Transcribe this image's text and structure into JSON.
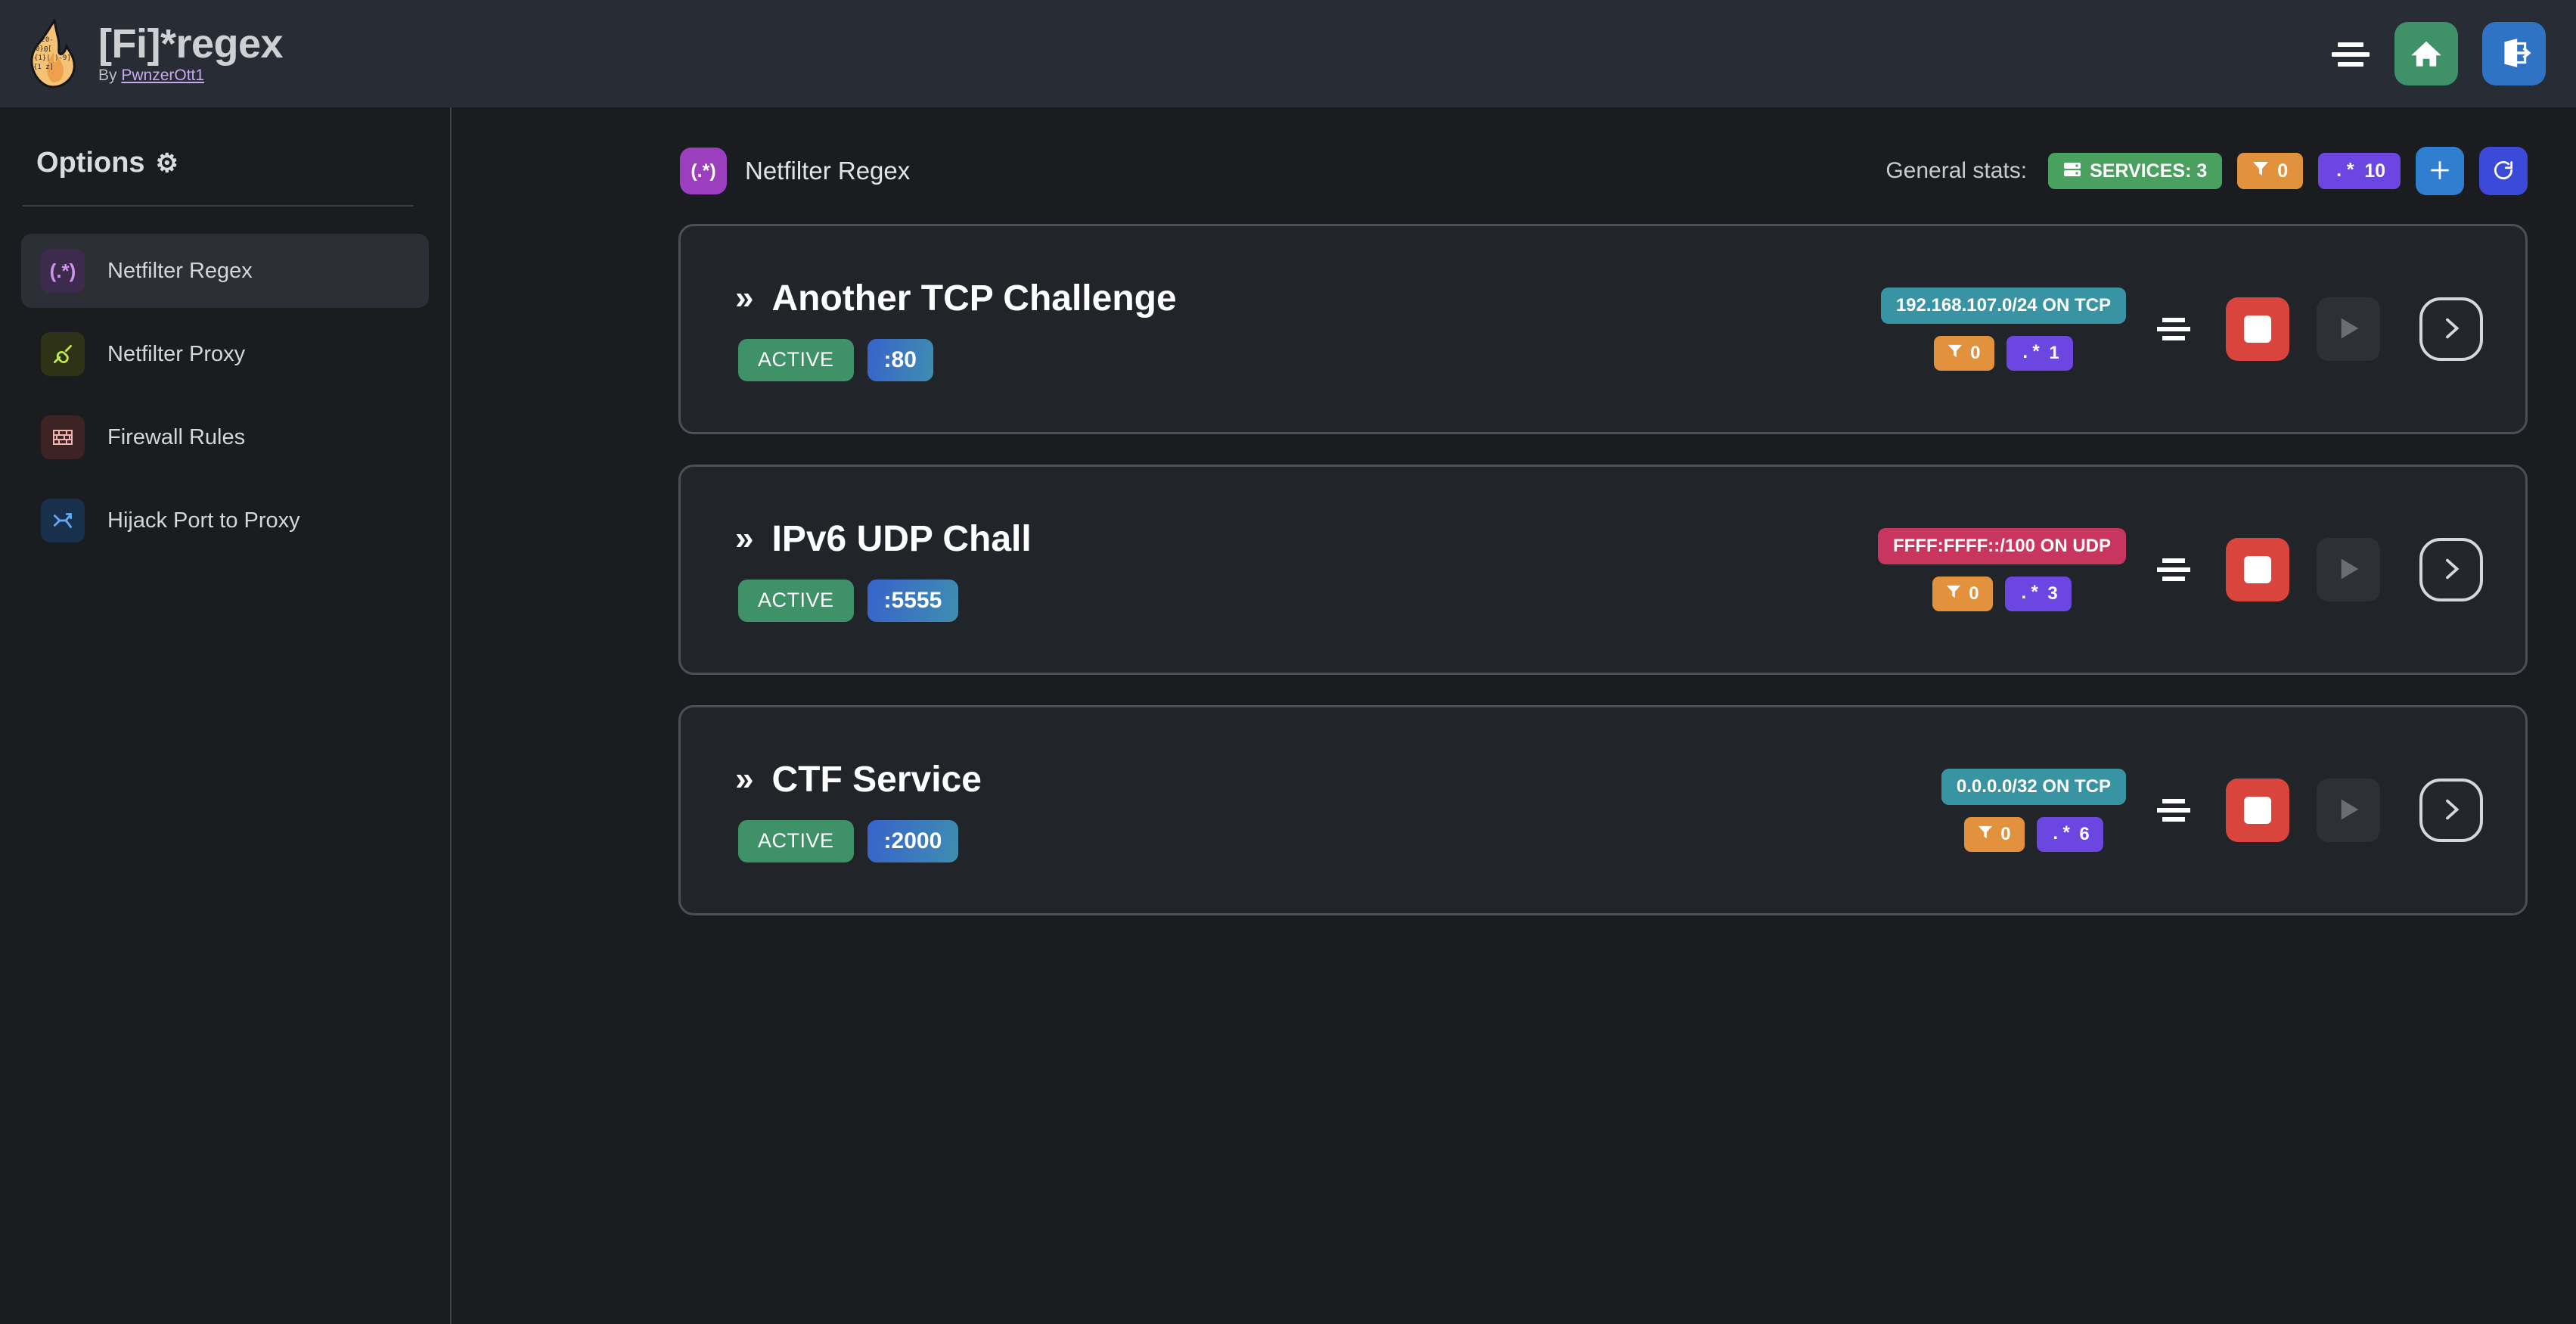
{
  "app": {
    "title": "[Fi]*regex",
    "by_prefix": "By",
    "author": "PwnzerOtt1",
    "logo_icon": "flame-regex-logo",
    "menu_icon": "hamburger-menu-icon",
    "home_icon": "home-icon",
    "logout_icon": "logout-icon"
  },
  "sidebar": {
    "heading": "Options",
    "heading_icon": "gear-icon",
    "items": [
      {
        "label": "Netfilter Regex",
        "icon_glyph": "(.*)",
        "icon_name": "regex-icon",
        "active": true
      },
      {
        "label": "Netfilter Proxy",
        "icon_glyph": "⎇",
        "icon_name": "plug-icon",
        "active": false
      },
      {
        "label": "Firewall Rules",
        "icon_glyph": "▦",
        "icon_name": "brick-wall-icon",
        "active": false
      },
      {
        "label": "Hijack Port to Proxy",
        "icon_glyph": "⤴",
        "icon_name": "fork-arrow-icon",
        "active": false
      }
    ]
  },
  "main": {
    "page_icon_glyph": "(.*)",
    "page_title": "Netfilter Regex",
    "stats_label": "General stats:",
    "stats": {
      "services_label": "SERVICES: 3",
      "services_icon": "server-icon",
      "filter_count": "0",
      "filter_icon": "funnel-icon",
      "regex_symbol": ".*",
      "regex_count": "10"
    },
    "add_button_icon": "plus-icon",
    "refresh_button_icon": "refresh-icon"
  },
  "colors": {
    "accent_green": "#3f9168",
    "accent_blue": "#3073c4",
    "stop_red": "#d9453c",
    "badge_orange": "#e2913c",
    "badge_purple": "#6b46e0",
    "badge_teal": "#3894a3",
    "badge_crimson": "#c8365f",
    "page_icon_purple": "#9b3fbf"
  },
  "cards": [
    {
      "chevron": "»",
      "title": "Another TCP Challenge",
      "status": "ACTIVE",
      "port": ":80",
      "network": "192.168.107.0/24 ON TCP",
      "network_kind": "tcp",
      "filter_count": "0",
      "regex_symbol": ".*",
      "regex_count": "1",
      "menu_icon": "card-menu-icon",
      "stop_icon": "stop-icon",
      "play_icon": "play-icon",
      "open_icon": "chevron-right-icon"
    },
    {
      "chevron": "»",
      "title": "IPv6 UDP Chall",
      "status": "ACTIVE",
      "port": ":5555",
      "network": "FFFF:FFFF::/100 ON UDP",
      "network_kind": "udp",
      "filter_count": "0",
      "regex_symbol": ".*",
      "regex_count": "3",
      "menu_icon": "card-menu-icon",
      "stop_icon": "stop-icon",
      "play_icon": "play-icon",
      "open_icon": "chevron-right-icon"
    },
    {
      "chevron": "»",
      "title": "CTF Service",
      "status": "ACTIVE",
      "port": ":2000",
      "network": "0.0.0.0/32 ON TCP",
      "network_kind": "tcp",
      "filter_count": "0",
      "regex_symbol": ".*",
      "regex_count": "6",
      "menu_icon": "card-menu-icon",
      "stop_icon": "stop-icon",
      "play_icon": "play-icon",
      "open_icon": "chevron-right-icon"
    }
  ]
}
